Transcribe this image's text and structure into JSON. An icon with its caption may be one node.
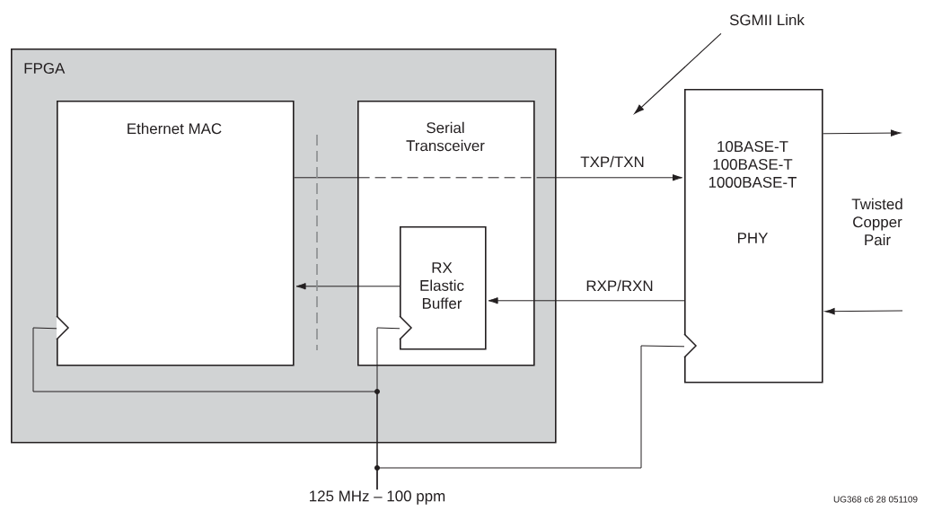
{
  "diagram": {
    "nodes": [
      {
        "text": [
          "FPGA"
        ]
      },
      {
        "text": [
          "Ethernet MAC"
        ],
        "in": 0
      },
      {
        "text": [
          "Serial Transceiver"
        ],
        "in": 0
      },
      {
        "text": [
          "RX Elastic Buffer"
        ],
        "in": 2
      },
      {
        "text": [
          "10BASE-T 100BASE-T 1000BASE-T",
          "PHY"
        ]
      },
      {
        "text": [
          "125 MHz – 100 ppm"
        ]
      },
      {
        "text": [
          "SGMII Link"
        ]
      }
    ],
    "edges": [
      {
        "from": 1,
        "to": 4,
        "arrow": "to",
        "style": "dashed",
        "label": "TXP/TXN"
      },
      {
        "from": 3,
        "to": 1,
        "arrow": "to"
      },
      {
        "from": 4,
        "to": 3,
        "arrow": "to",
        "label": "RXP/RXN"
      },
      {
        "from": 5,
        "to": 1,
        "arrow": "none"
      },
      {
        "from": 5,
        "to": 3,
        "arrow": "none"
      },
      {
        "from": 5,
        "to": 4,
        "arrow": "none"
      },
      {
        "from": 4,
        "to": null,
        "arrow": "to"
      },
      {
        "from": null,
        "to": 4,
        "arrow": "to"
      },
      {
        "from": 6,
        "to": null,
        "arrow": "to"
      }
    ],
    "labels": [
      "Twisted Copper Pair",
      "UG368 c6 28 051109"
    ]
  }
}
